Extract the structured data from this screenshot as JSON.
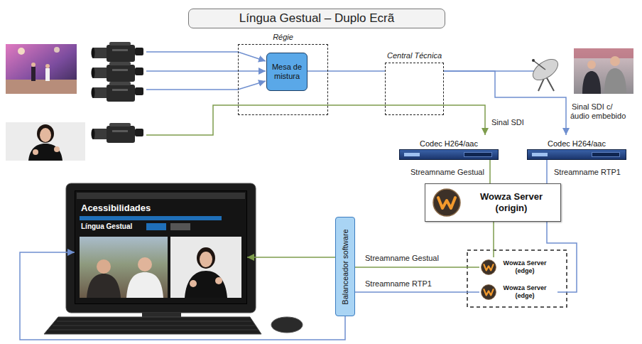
{
  "diagram": {
    "title": "Língua Gestual – Duplo Ecrã",
    "nodes": [
      {
        "text": [
          "Régie"
        ]
      },
      {
        "text": [
          "Mesa de mistura"
        ],
        "in": 0
      },
      {
        "text": [
          "Central Técnica"
        ]
      },
      {
        "text": [
          "Codec H264/aac"
        ]
      },
      {
        "text": [
          "Codec H264/aac"
        ]
      },
      {
        "text": [
          "Wowza Server (origin)"
        ]
      },
      {
        "text": [
          "Wowza Server (edge)"
        ]
      },
      {
        "text": [
          "Wowza Server (edge)"
        ]
      },
      {
        "text": [
          "Balanceador software"
        ]
      },
      {
        "text": [
          "Acessibilidades",
          "Língua Gestual"
        ]
      }
    ],
    "edges": [
      {
        "from": 1,
        "to": 2,
        "arrow": "none"
      },
      {
        "from": 0,
        "to": 3,
        "label": "Sinal SDI",
        "arrow": "to"
      },
      {
        "from": 2,
        "to": 4,
        "label": "Sinal SDI c/ áudio embebido",
        "arrow": "to"
      },
      {
        "from": 3,
        "to": 5,
        "label": "Streamname Gestual",
        "arrow": "none"
      },
      {
        "from": 4,
        "to": 5,
        "label": "Streamname RTP1",
        "arrow": "none"
      },
      {
        "from": 5,
        "to": 6,
        "arrow": "none"
      },
      {
        "from": 5,
        "to": 7,
        "arrow": "none"
      },
      {
        "from": 6,
        "to": 8,
        "label": "Streamname Gestual",
        "arrow": "none"
      },
      {
        "from": 7,
        "to": 8,
        "label": "Streamname RTP1",
        "arrow": "none"
      },
      {
        "from": 8,
        "to": 9,
        "arrow": "to"
      },
      {
        "from": 8,
        "to": 9,
        "arrow": "to"
      }
    ]
  }
}
